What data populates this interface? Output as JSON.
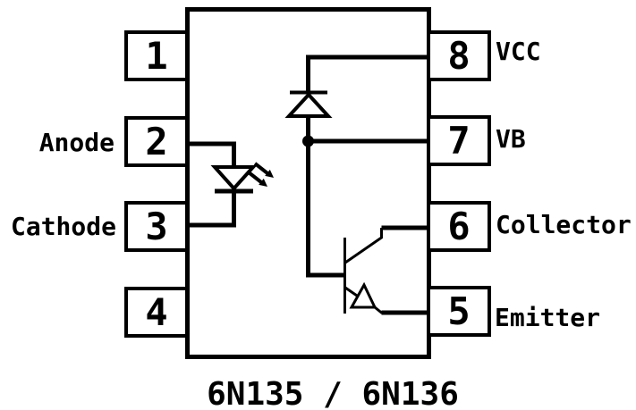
{
  "diagram": {
    "title": "6N135 / 6N136",
    "colors": {
      "line": "#000000",
      "background": "#ffffff"
    },
    "pins_left": [
      {
        "number": "1",
        "label": ""
      },
      {
        "number": "2",
        "label": "Anode"
      },
      {
        "number": "3",
        "label": "Cathode"
      },
      {
        "number": "4",
        "label": ""
      }
    ],
    "pins_right": [
      {
        "number": "8",
        "label": "VCC"
      },
      {
        "number": "7",
        "label": "VB"
      },
      {
        "number": "6",
        "label": "Collector"
      },
      {
        "number": "5",
        "label": "Emitter"
      }
    ],
    "symbols": {
      "input_side": "led-emitter-diode",
      "top_internal": "photodiode",
      "output_side": "phototransistor",
      "junction": "wire-junction-dot",
      "emission": "light-arrows-southeast"
    }
  }
}
